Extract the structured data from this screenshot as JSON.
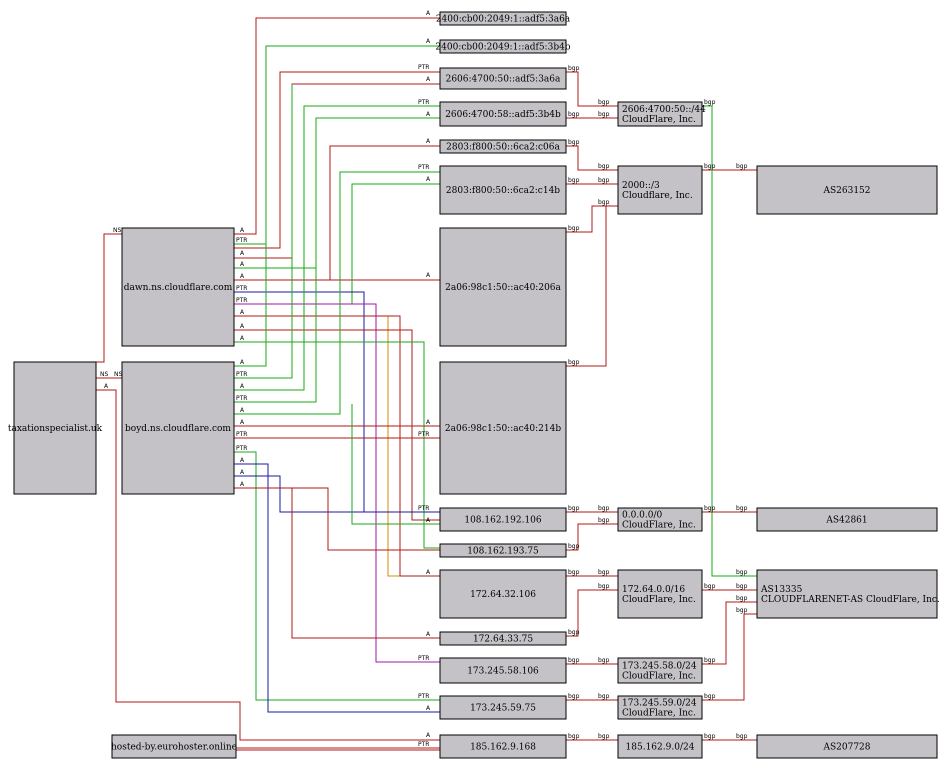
{
  "nodes": {
    "taxation": [
      "taxationspecialist.uk"
    ],
    "dawn": [
      "dawn.ns.cloudflare.com"
    ],
    "boyd": [
      "boyd.ns.cloudflare.com"
    ],
    "hosted": [
      "hosted-by.eurohoster.online"
    ],
    "ip_2400_a6a": [
      "2400:cb00:2049:1::adf5:3a6a"
    ],
    "ip_2400_b4b": [
      "2400:cb00:2049:1::adf5:3b4b"
    ],
    "ip_2606_50": [
      "2606:4700:50::adf5:3a6a"
    ],
    "ip_2606_58": [
      "2606:4700:58::adf5:3b4b"
    ],
    "ip_2803_c06a": [
      "2803:f800:50::6ca2:c06a"
    ],
    "ip_2803_c14b": [
      "2803:f800:50::6ca2:c14b"
    ],
    "ip_2a06_206a": [
      "2a06:98c1:50::ac40:206a"
    ],
    "ip_2a06_214b": [
      "2a06:98c1:50::ac40:214b"
    ],
    "ip_108_106": [
      "108.162.192.106"
    ],
    "ip_108_75": [
      "108.162.193.75"
    ],
    "ip_172_32": [
      "172.64.32.106"
    ],
    "ip_172_33": [
      "172.64.33.75"
    ],
    "ip_173_58": [
      "173.245.58.106"
    ],
    "ip_173_59": [
      "173.245.59.75"
    ],
    "ip_185": [
      "185.162.9.168"
    ],
    "pfx_2606": [
      "2606:4700:50::/44",
      "CloudFlare, Inc."
    ],
    "pfx_2000": [
      "2000::/3",
      "Cloudflare, Inc."
    ],
    "pfx_0000": [
      "0.0.0.0/0",
      "CloudFlare, Inc."
    ],
    "pfx_172": [
      "172.64.0.0/16",
      "CloudFlare, Inc."
    ],
    "pfx_173_58": [
      "173.245.58.0/24",
      "CloudFlare, Inc."
    ],
    "pfx_173_59": [
      "173.245.59.0/24",
      "CloudFlare, Inc."
    ],
    "pfx_185": [
      "185.162.9.0/24"
    ],
    "as_263152": [
      "AS263152"
    ],
    "as_42861": [
      "AS42861"
    ],
    "as_13335": [
      "AS13335",
      "CLOUDFLARENET-AS CloudFlare, Inc."
    ],
    "as_207728": [
      "AS207728"
    ]
  },
  "labels": {
    "a": "A",
    "ptr": "PTR",
    "ns": "NS",
    "bgp": "bgp"
  },
  "colors": {
    "red": "#b01818",
    "green": "#1aa81a",
    "blue": "#1a1aa0",
    "purple": "#a018a0",
    "orange": "#d08c10",
    "node_fill": "#c4c2c6"
  }
}
